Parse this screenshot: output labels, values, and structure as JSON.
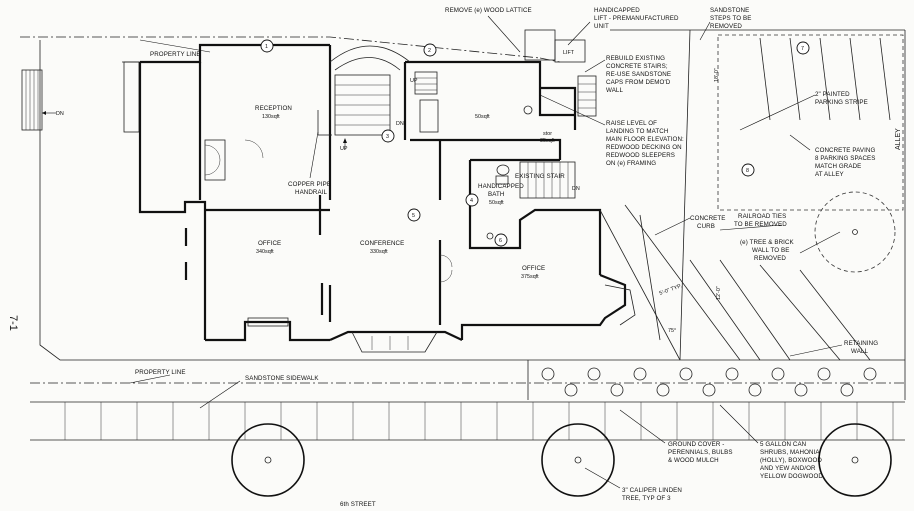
{
  "sheet_number": "7-1",
  "labels": {
    "property_line_top": "PROPERTY LINE",
    "property_line_bottom": "PROPERTY LINE",
    "remove_lattice": "REMOVE (e) WOOD LATTICE",
    "handicapped_lift_1": "HANDICAPPED",
    "handicapped_lift_2": "LIFT - PREMANUFACTURED",
    "handicapped_lift_3": "UNIT",
    "lift_box": "LIFT",
    "sandstone_steps_1": "SANDSTONE",
    "sandstone_steps_2": "STEPS TO BE",
    "sandstone_steps_3": "REMOVED",
    "rebuild_1": "REBUILD EXISTING",
    "rebuild_2": "CONCRETE STAIRS;",
    "rebuild_3": "RE-USE SANDSTONE",
    "rebuild_4": "CAPS FROM DEMO'D",
    "rebuild_5": "WALL",
    "raise_1": "RAISE LEVEL OF",
    "raise_2": "LANDING TO MATCH",
    "raise_3": "MAIN FLOOR ELEVATION:",
    "raise_4": "REDWOOD DECKING ON",
    "raise_5": "REDWOOD SLEEPERS",
    "raise_6": "ON (e) FRAMING",
    "parking_stripe_1": "2\" PAINTED",
    "parking_stripe_2": "PARKING STRIPE",
    "concrete_paving_1": "CONCRETE PAVING",
    "concrete_paving_2": "8 PARKING SPACES",
    "concrete_paving_3": "MATCH GRADE",
    "concrete_paving_4": "AT ALLEY",
    "alley": "ALLEY",
    "reception": "RECEPTION",
    "reception_area": "130sqft",
    "up1": "UP",
    "up2": "UP",
    "dn1": "DN",
    "dn2": "DN",
    "dn3": "DN",
    "room_50": "50sqft",
    "room_35_1": "stor",
    "room_35_2": "35sqft",
    "copper_1": "COPPER PIPE",
    "copper_2": "HANDRAIL",
    "handicapped_bath_1": "HANDICAPPED",
    "handicapped_bath_2": "BATH",
    "handicapped_bath_3": "50sqft",
    "existing_stair": "EXISTING STAIR",
    "office_left": "OFFICE",
    "office_left_area": "340sqft",
    "conference": "CONFERENCE",
    "conference_area": "330sqft",
    "office_right": "OFFICE",
    "office_right_area": "375sqft",
    "concrete_curb_1": "CONCRETE",
    "concrete_curb_2": "CURB",
    "railroad_1": "RAILROAD TIES",
    "railroad_2": "TO BE REMOVED",
    "tree_brick_1": "(e) TREE & BRICK",
    "tree_brick_2": "WALL TO BE",
    "tree_brick_3": "REMOVED",
    "retaining_1": "RETAINING",
    "retaining_2": "WALL",
    "sandstone_sidewalk": "SANDSTONE SIDEWALK",
    "ground_cover_1": "GROUND COVER -",
    "ground_cover_2": "PERENNIALS, BULBS",
    "ground_cover_3": "& WOOD MULCH",
    "shrubs_1": "5 GALLON CAN",
    "shrubs_2": "SHRUBS, MAHONIA",
    "shrubs_3": "(HOLLY), BOXWOOD",
    "shrubs_4": "AND YEW AND/OR",
    "shrubs_5": "YELLOW DOGWOOD",
    "linden_1": "3\" CALIPER LINDEN",
    "linden_2": "TREE, TYP OF 3",
    "street": "6th STREET",
    "dim_18": "18'-0\"",
    "dim_5": "5'-0\" TYP.",
    "dim_angle": "75°",
    "dim_12": "12'-0\""
  },
  "callouts": [
    "1",
    "2",
    "3",
    "4",
    "5",
    "6",
    "7",
    "8"
  ]
}
